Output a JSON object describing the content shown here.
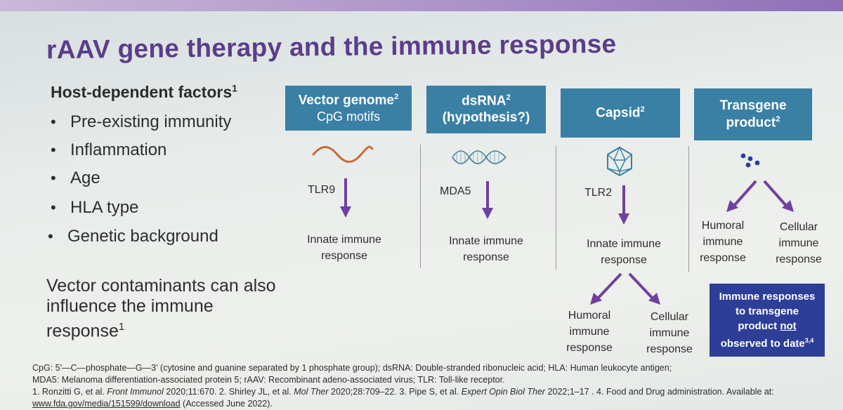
{
  "title": "rAAV gene therapy and the immune response",
  "left": {
    "heading": "Host-dependent factors",
    "heading_sup": "1",
    "factors": [
      "Pre-existing immunity",
      "Inflammation",
      "Age",
      "HLA type",
      "Genetic background"
    ],
    "contaminants": "Vector contaminants can also influence the immune response",
    "contaminants_sup": "1"
  },
  "columns": [
    {
      "header_line1": "Vector genome",
      "header_sup": "2",
      "header_line2": "CpG motifs",
      "icon": "wave-icon",
      "receptor": "TLR9",
      "response_l1": "Innate immune",
      "response_l2": "response"
    },
    {
      "header_line1": "dsRNA",
      "header_sup": "2",
      "header_line2": "(hypothesis?)",
      "icon": "double-helix-icon",
      "receptor": "MDA5",
      "response_l1": "Innate immune",
      "response_l2": "response"
    },
    {
      "header_line1": "Capsid",
      "header_sup": "2",
      "icon": "capsid-icon",
      "receptor": "TLR2",
      "response_l1": "Innate immune",
      "response_l2": "response",
      "branches": [
        {
          "l1": "Humoral",
          "l2": "immune",
          "l3": "response"
        },
        {
          "l1": "Cellular",
          "l2": "immune",
          "l3": "response"
        }
      ]
    },
    {
      "header_line1": "Transgene",
      "header_line2": "product",
      "header_sup": "2",
      "icon": "dots-icon",
      "branches": [
        {
          "l1": "Humoral",
          "l2": "immune",
          "l3": "response"
        },
        {
          "l1": "Cellular",
          "l2": "immune",
          "l3": "response"
        }
      ]
    }
  ],
  "note_box": {
    "l1": "Immune responses",
    "l2": "to transgene",
    "l3a": "product ",
    "l3b": "not",
    "l4": "observed to date",
    "sup": "3,4"
  },
  "footnotes": {
    "line1": "CpG: 5'—C—phosphate—G—3' (cytosine and guanine separated by 1 phosphate group); dsRNA: Double-stranded ribonucleic acid; HLA: Human leukocyte antigen;",
    "line2": "MDA5: Melanoma differentiation-associated protein 5; rAAV: Recombinant adeno-associated virus; TLR: Toll-like receptor.",
    "line3a": "1. Ronzitti G, et al. ",
    "line3b": "Front Immunol",
    "line3c": " 2020;11:670. 2. Shirley JL, et al. ",
    "line3d": "Mol Ther",
    "line3e": " 2020;28:709–22. 3. Pipe S, et al. ",
    "line3f": "Expert Opin Biol Ther",
    "line3g": " 2022;1–17 . 4. Food and Drug administration. Available at:",
    "line4a": "www.fda.gov/media/151599/download",
    "line4b": " (Accessed June 2022)."
  },
  "colors": {
    "title": "#5b3d8a",
    "header_bg": "#3a7fa4",
    "arrow": "#7040a0",
    "note_bg": "#2c3e96",
    "wave": "#c86a3a"
  }
}
